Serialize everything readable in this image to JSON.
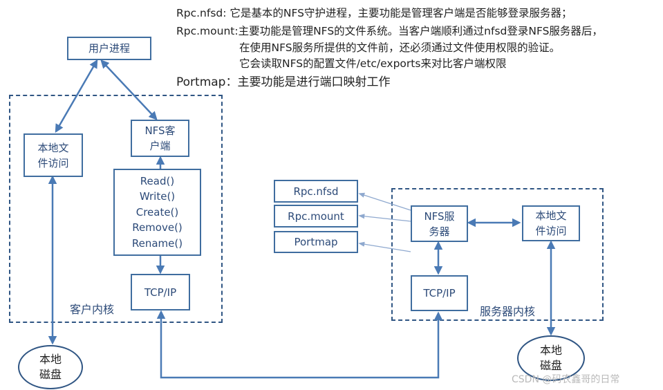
{
  "descriptions": {
    "nfsd": "Rpc.nfsd:   它是基本的NFS守护进程，主要功能是管理客户端是否能够登录服务器；",
    "mount1": "Rpc.mount:主要功能是管理NFS的文件系统。当客户端顺利通过nfsd登录NFS服务器后，",
    "mount2": "在使用NFS服务所提供的文件前，还必须通过文件使用权限的验证。",
    "mount3": "它会读取NFS的配置文件/etc/exports来对比客户端权限",
    "portmap": "Portmap：主要功能是进行端口映射工作"
  },
  "client": {
    "user_process": "用户进程",
    "local_access": [
      "本地文",
      "件访问"
    ],
    "nfs_client": [
      "NFS客",
      "户端"
    ],
    "functions": [
      "Read()",
      "Write()",
      "Create()",
      "Remove()",
      "Rename()"
    ],
    "tcpip": "TCP/IP",
    "kernel_label": "客户内核",
    "disk": [
      "本地",
      "磁盘"
    ]
  },
  "server": {
    "rpc_nfsd": "Rpc.nfsd",
    "rpc_mount": "Rpc.mount",
    "portmap": "Portmap",
    "nfs_server": [
      "NFS服",
      "务器"
    ],
    "local_access": [
      "本地文",
      "件访问"
    ],
    "tcpip": "TCP/IP",
    "kernel_label": "服务器内核",
    "disk": [
      "本地",
      "磁盘"
    ]
  },
  "watermark": "CSDN @码农鑫哥的日常",
  "colors": {
    "line": "#4a7ab5",
    "box_border": "#3f6d9f",
    "dashed_border": "#2f5583",
    "thin_arrow": "#8fa9cf"
  }
}
